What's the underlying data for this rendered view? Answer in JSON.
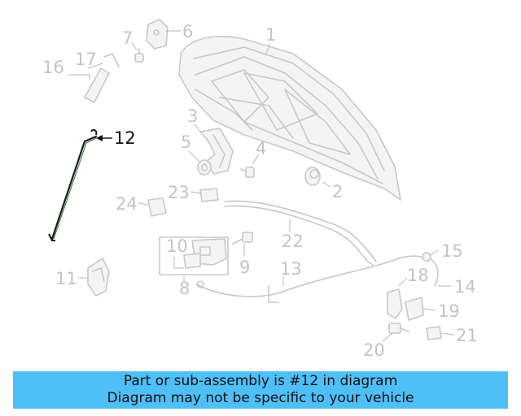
{
  "callouts": [
    {
      "num": "1"
    },
    {
      "num": "2"
    },
    {
      "num": "3"
    },
    {
      "num": "4"
    },
    {
      "num": "5"
    },
    {
      "num": "6"
    },
    {
      "num": "7"
    },
    {
      "num": "8"
    },
    {
      "num": "9"
    },
    {
      "num": "10"
    },
    {
      "num": "11"
    },
    {
      "num": "12",
      "highlighted": true
    },
    {
      "num": "13"
    },
    {
      "num": "14"
    },
    {
      "num": "15"
    },
    {
      "num": "16"
    },
    {
      "num": "17"
    },
    {
      "num": "18"
    },
    {
      "num": "19"
    },
    {
      "num": "20"
    },
    {
      "num": "21"
    },
    {
      "num": "22"
    },
    {
      "num": "23"
    },
    {
      "num": "24"
    }
  ],
  "notice": {
    "line1": "Part or sub-assembly is #12 in diagram",
    "line2": "Diagram may not be specific to your vehicle"
  },
  "colors": {
    "banner": "#4fc0f7",
    "highlight_part": "#1a1a1a",
    "faded_part": "#c8c8c8"
  }
}
